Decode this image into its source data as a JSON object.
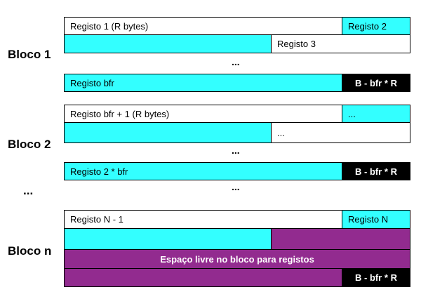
{
  "block_labels": {
    "b1": "Bloco 1",
    "b2": "Bloco 2",
    "bdots": "...",
    "bn": "Bloco n"
  },
  "block1": {
    "registo1": "Registo 1 (R bytes)",
    "registo2": "Registo 2",
    "registo3": "Registo 3",
    "dots": "...",
    "registo_bfr": "Registo bfr",
    "slack": "B - bfr * R"
  },
  "block2": {
    "registo_bfr1": "Registo bfr + 1 (R bytes)",
    "cont1": "...",
    "cont2": "...",
    "dots": "...",
    "registo_2bfr": "Registo 2 * bfr",
    "slack": "B - bfr * R"
  },
  "middle_dots": "...",
  "blockn": {
    "registo_n1": "Registo N - 1",
    "registo_n": "Registo N",
    "free_space": "Espaço livre no bloco para registos",
    "slack": "B - bfr * R"
  },
  "colors": {
    "cyan": "#33ffff",
    "purple": "#922b8f",
    "black": "#000000",
    "white": "#ffffff"
  }
}
